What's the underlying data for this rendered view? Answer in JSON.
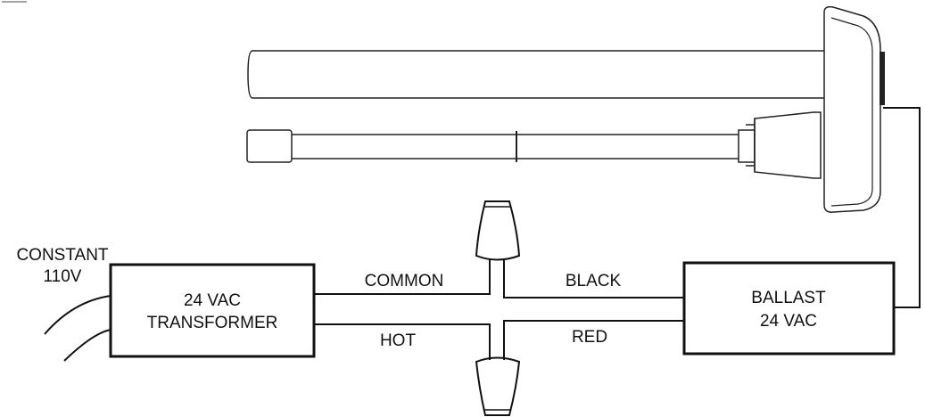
{
  "input": {
    "line1": "CONSTANT",
    "line2": "110V"
  },
  "transformer": {
    "line1": "24 VAC",
    "line2": "TRANSFORMER"
  },
  "ballast": {
    "line1": "BALLAST",
    "line2": "24 VAC"
  },
  "wires": {
    "common": "COMMON",
    "black": "BLACK",
    "hot": "HOT",
    "red": "RED"
  }
}
